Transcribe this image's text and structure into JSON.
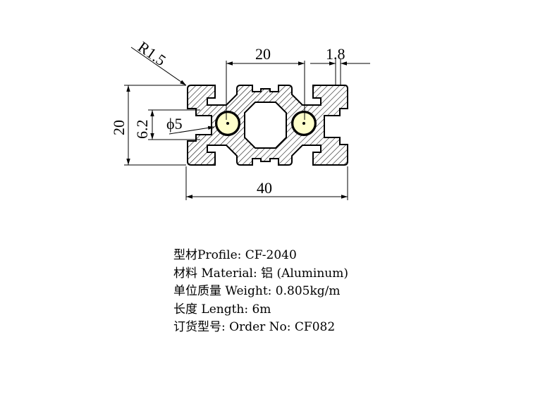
{
  "dimensions": {
    "radius": "R1.5",
    "top_pitch": "20",
    "wall": "1.8",
    "height": "20",
    "slot_opening": "6.2",
    "hole_dia": "ϕ5",
    "width": "40"
  },
  "specs": [
    "型材Profile: CF-2040",
    "材料 Material: 铝 (Aluminum)",
    "单位质量 Weight: 0.805kg/m",
    "长度 Length: 6m",
    "订货型号: Order No: CF082"
  ],
  "colors": {
    "ink": "#000000",
    "paper": "#ffffff",
    "bore": "#ffffcc"
  }
}
